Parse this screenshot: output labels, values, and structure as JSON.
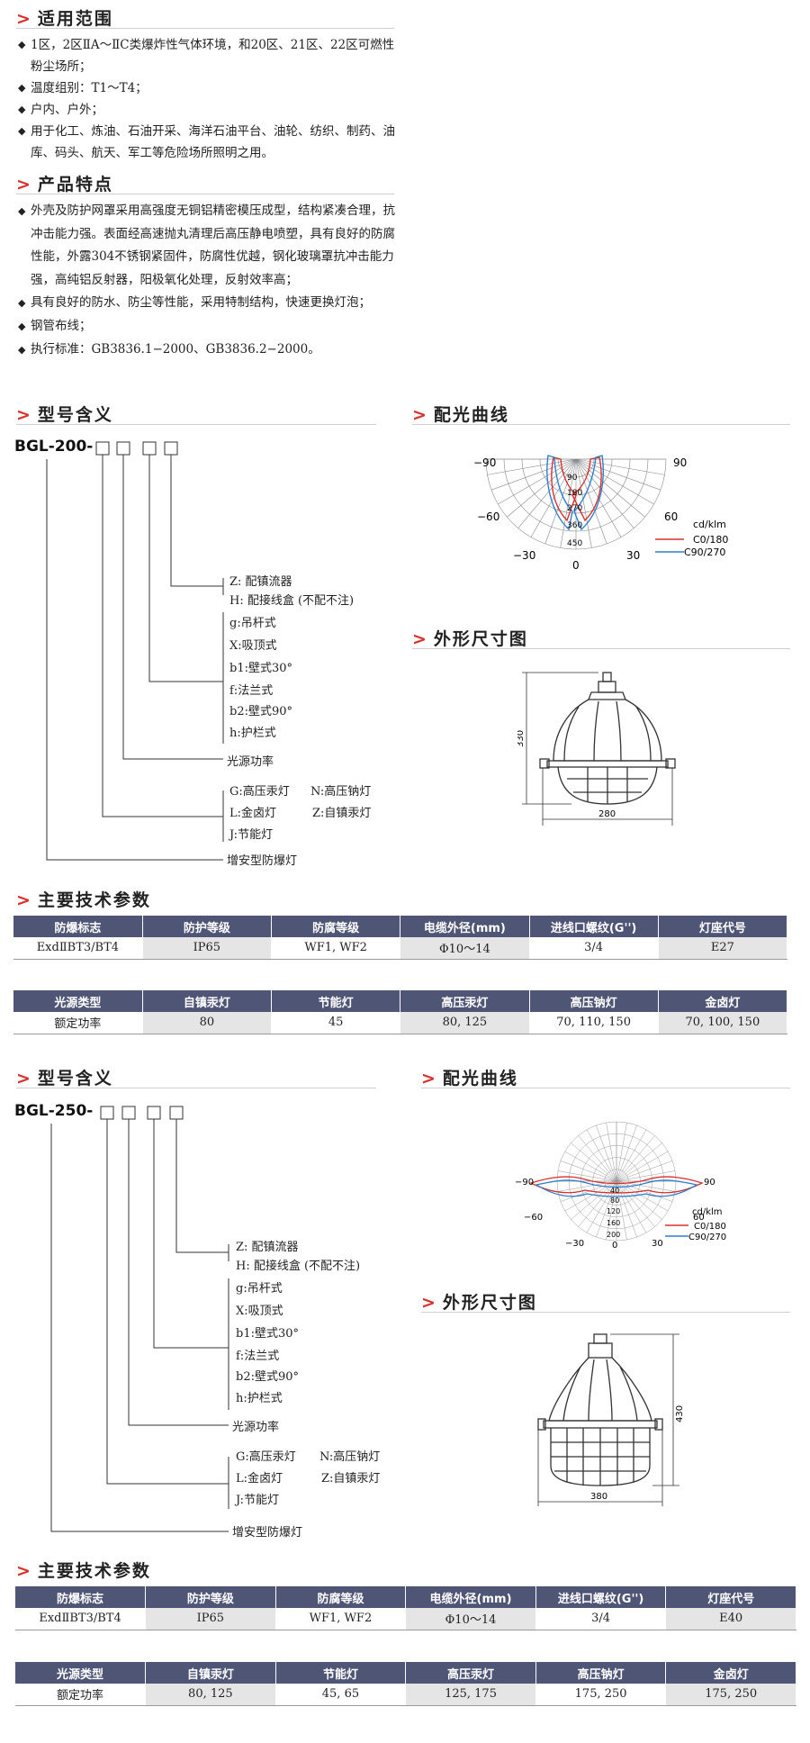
{
  "sections": {
    "scope": {
      "title": "适用范围",
      "items": [
        "1区，2区ⅡA～ⅡC类爆炸性气体环境，和20区、21区、22区可燃性粉尘场所；",
        "温度组别：T1～T4；",
        "户内、户外；",
        "用于化工、炼油、石油开采、海洋石油平台、油轮、纺织、制药、油库、码头、航天、军工等危险场所照明之用。"
      ]
    },
    "features": {
      "title": "产品特点",
      "items": [
        "外壳及防护网罩采用高强度无铜铝精密模压成型，结构紧凑合理，抗冲击能力强。表面经高速抛丸清理后高压静电喷塑，具有良好的防腐性能，外露304不锈钢紧固件，防腐性优越，钢化玻璃罩抗冲击能力强，高纯铝反射器，阳极氧化处理，反射效率高；",
        "具有良好的防水、防尘等性能，采用特制结构，快速更换灯泡；",
        "钢管布线；",
        "执行标准：GB3836.1−2000、GB3836.2−2000。"
      ]
    }
  },
  "products": [
    {
      "model_title": "型号含义",
      "model_code": "BGL-200-",
      "curve_title": "配光曲线",
      "dim_title": "外形尺寸图",
      "spec_title": "主要技术参数",
      "codes": {
        "z": "Z:  配镇流器",
        "h": "H:  配接线盒 (不配不注)",
        "g": "g:吊杆式",
        "x": "X:吸顶式",
        "b1": "b1:壁式30°",
        "f": "f:法兰式",
        "b2": "b2:壁式90°",
        "hl": "h:护栏式",
        "power": "光源功率",
        "g2": "G:高压汞灯",
        "n": "N:高压钠灯",
        "l": "L:金卤灯",
        "zz": "Z:自镇汞灯",
        "j": "J:节能灯",
        "type": "增安型防爆灯"
      },
      "curve": {
        "angles": [
          "−90",
          "90",
          "−60",
          "60",
          "−30",
          "30",
          "0"
        ],
        "rings": [
          "90",
          "180",
          "270",
          "360",
          "450"
        ],
        "unit": "cd/klm",
        "legend": [
          "C0/180",
          "C90/270"
        ],
        "colors": [
          "#d9302c",
          "#2f7fd0"
        ]
      },
      "dims": {
        "height": "330",
        "width": "280"
      },
      "spec_headers": [
        "防爆标志",
        "防护等级",
        "防腐等级",
        "电缆外径(mm)",
        "进线口螺纹(G'')",
        "灯座代号"
      ],
      "spec_values": [
        "ExdⅡBT3/BT4",
        "IP65",
        "WF1, WF2",
        "Φ10～14",
        "3/4",
        "E27"
      ],
      "power_headers": [
        "光源类型",
        "自镇汞灯",
        "节能灯",
        "高压汞灯",
        "高压钠灯",
        "金卤灯"
      ],
      "power_values": [
        "额定功率",
        "80",
        "45",
        "80, 125",
        "70,  110, 150",
        "70,  100, 150"
      ]
    },
    {
      "model_title": "型号含义",
      "model_code": "BGL-250-",
      "curve_title": "配光曲线",
      "dim_title": "外形尺寸图",
      "spec_title": "主要技术参数",
      "codes": {
        "z": "Z:  配镇流器",
        "h": "H:  配接线盒 (不配不注)",
        "g": "g:吊杆式",
        "x": "X:吸顶式",
        "b1": "b1:壁式30°",
        "f": "f:法兰式",
        "b2": "b2:壁式90°",
        "hl": "h:护栏式",
        "power": "光源功率",
        "g2": "G:高压汞灯",
        "n": "N:高压钠灯",
        "l": "L:金卤灯",
        "zz": "Z:自镇汞灯",
        "j": "J:节能灯",
        "type": "增安型防爆灯"
      },
      "curve": {
        "angles": [
          "−90",
          "90",
          "−60",
          "60",
          "−30",
          "30",
          "0"
        ],
        "rings": [
          "40",
          "80",
          "120",
          "160",
          "200"
        ],
        "unit": "cd/klm",
        "legend": [
          "C0/180",
          "C90/270"
        ],
        "colors": [
          "#d9302c",
          "#2f7fd0"
        ]
      },
      "dims": {
        "height": "430",
        "width": "380"
      },
      "spec_headers": [
        "防爆标志",
        "防护等级",
        "防腐等级",
        "电缆外径(mm)",
        "进线口螺纹(G'')",
        "灯座代号"
      ],
      "spec_values": [
        "ExdⅡBT3/BT4",
        "IP65",
        "WF1, WF2",
        "Φ10～14",
        "3/4",
        "E40"
      ],
      "power_headers": [
        "光源类型",
        "自镇汞灯",
        "节能灯",
        "高压汞灯",
        "高压钠灯",
        "金卤灯"
      ],
      "power_values": [
        "额定功率",
        "80, 125",
        "45, 65",
        "125, 175",
        "175, 250",
        "175, 250"
      ]
    }
  ]
}
